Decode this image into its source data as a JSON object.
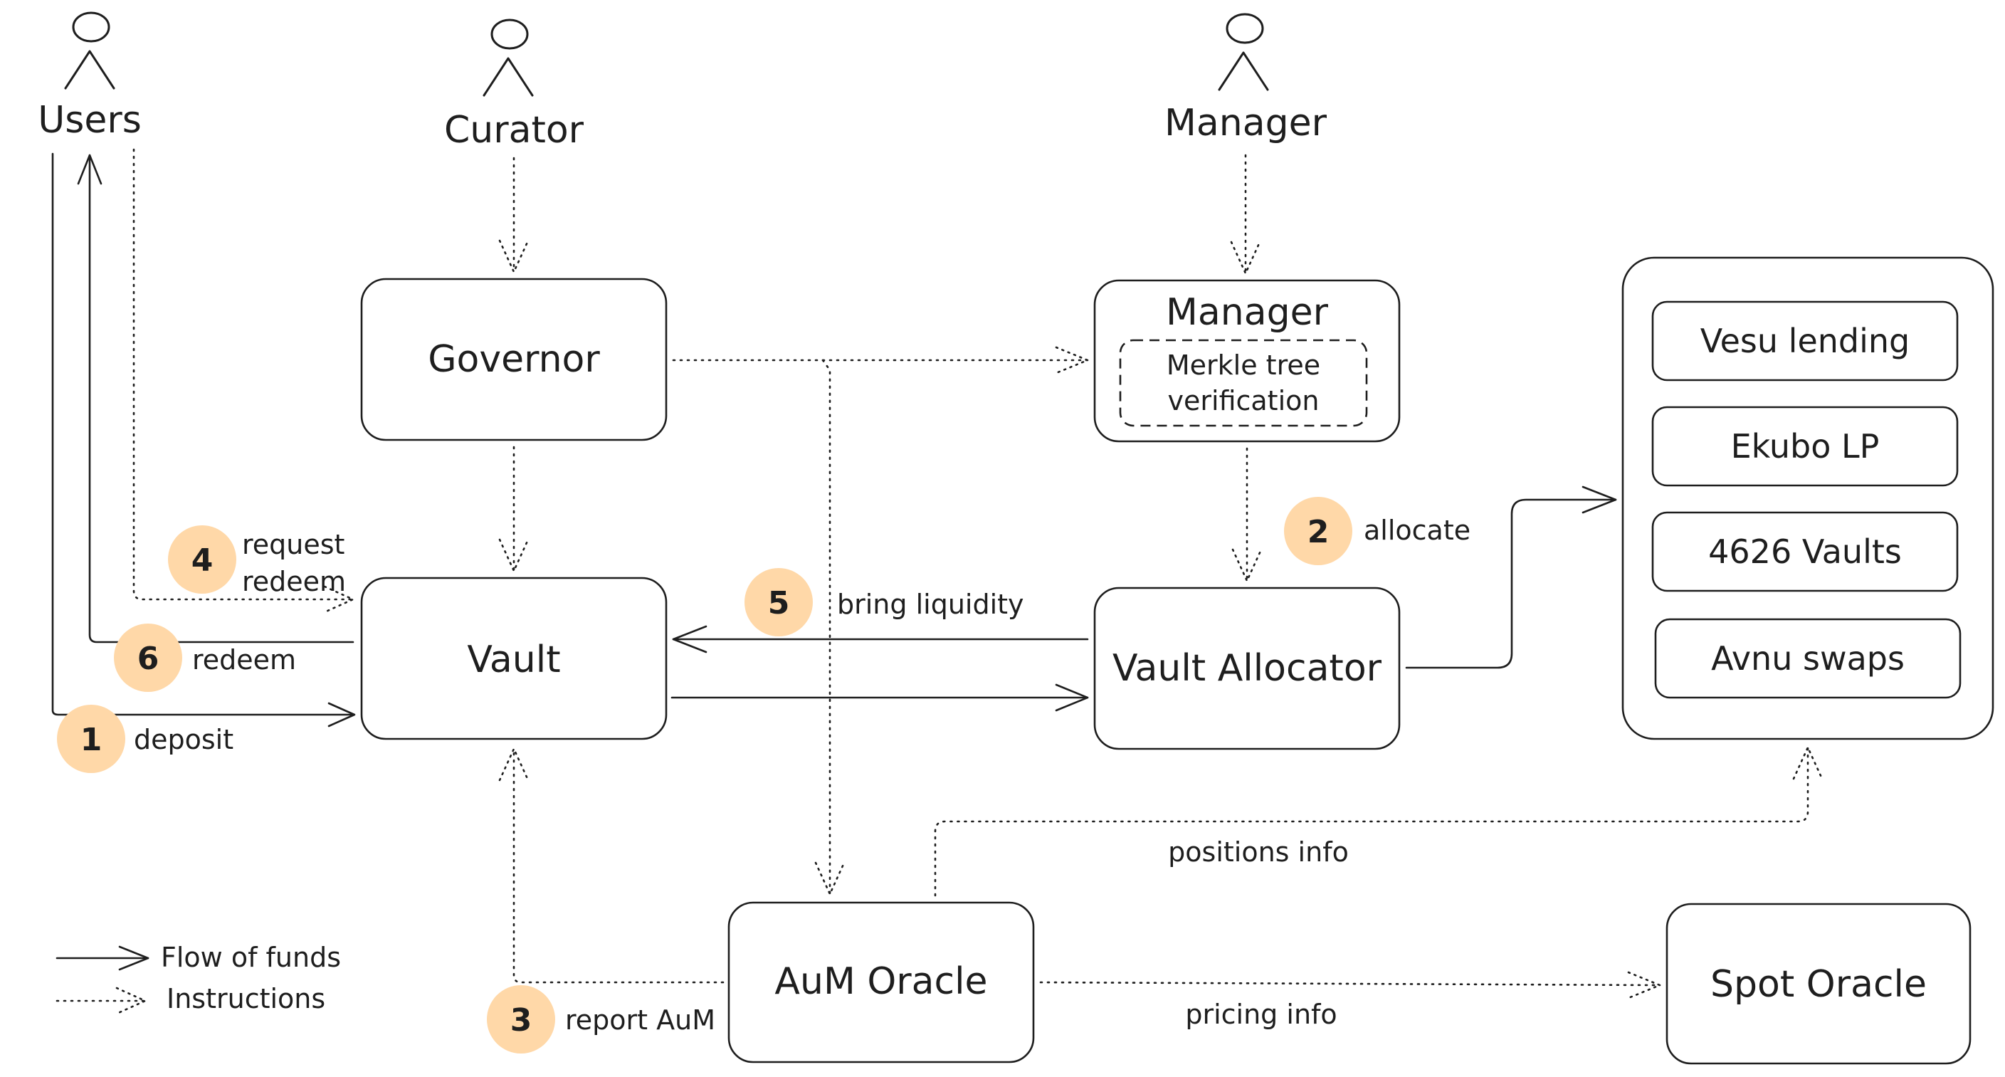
{
  "colors": {
    "ink": "#1e1e1e",
    "badge": "#ffd8a8",
    "background": "#ffffff"
  },
  "actors": {
    "users": "Users",
    "curator": "Curator",
    "manager": "Manager"
  },
  "boxes": {
    "governor": "Governor",
    "manager_title": "Manager",
    "merkle_line1": "Merkle tree",
    "merkle_line2": "verification",
    "vault": "Vault",
    "vault_allocator": "Vault Allocator",
    "aum_oracle": "AuM Oracle",
    "spot_oracle": "Spot Oracle"
  },
  "protocols": [
    "Vesu lending",
    "Ekubo LP",
    "4626 Vaults",
    "Avnu swaps"
  ],
  "steps": [
    {
      "number": "1",
      "label": "deposit"
    },
    {
      "number": "2",
      "label": "allocate"
    },
    {
      "number": "3",
      "label": "report AuM"
    },
    {
      "number": "4",
      "label_line1": "request",
      "label_line2": "redeem"
    },
    {
      "number": "5",
      "label": "bring liquidity"
    },
    {
      "number": "6",
      "label": "redeem"
    }
  ],
  "edge_labels": {
    "positions_info": "positions info",
    "pricing_info": "pricing info"
  },
  "legend": {
    "flow_of_funds": "Flow of funds",
    "instructions": "Instructions"
  }
}
